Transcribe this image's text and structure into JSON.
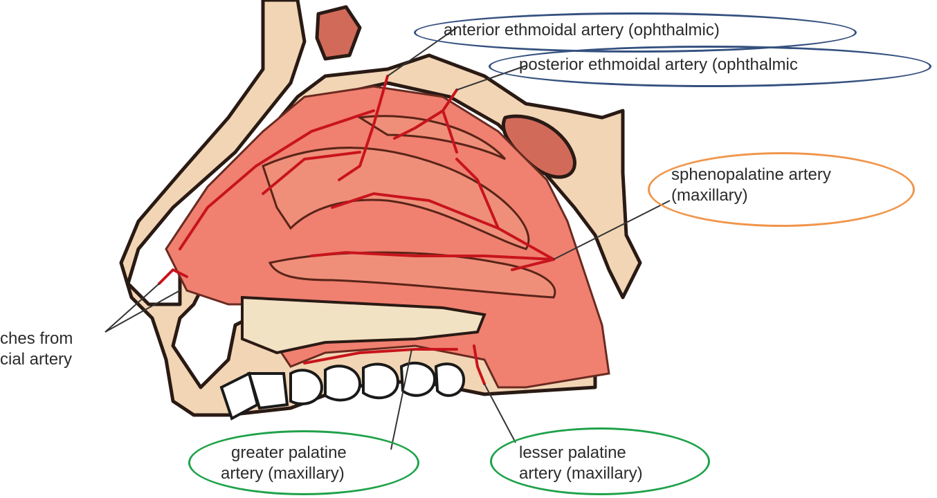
{
  "labels": {
    "anterior_ethmoidal": "anterior ethmoidal artery (ophthalmic)",
    "posterior_ethmoidal": "posterior ethmoidal artery (ophthalmic",
    "sphenopalatine_line1": "sphenopalatine artery",
    "sphenopalatine_line2": "(maxillary)",
    "facial_line1": "ches from",
    "facial_line2": "cial artery",
    "greater_palatine_line1": "greater palatine",
    "greater_palatine_line2": "artery (maxillary)",
    "lesser_palatine_line1": "lesser palatine",
    "lesser_palatine_line2": "artery (maxillary)"
  },
  "colors": {
    "ellipse_ophthalmic": "#34507f",
    "ellipse_sphenopalatine": "#f0954a",
    "ellipse_palatine": "#1fa24a",
    "mucosa": "#f08070",
    "bone": "#f2d5b5",
    "artery": "#c8141c"
  }
}
